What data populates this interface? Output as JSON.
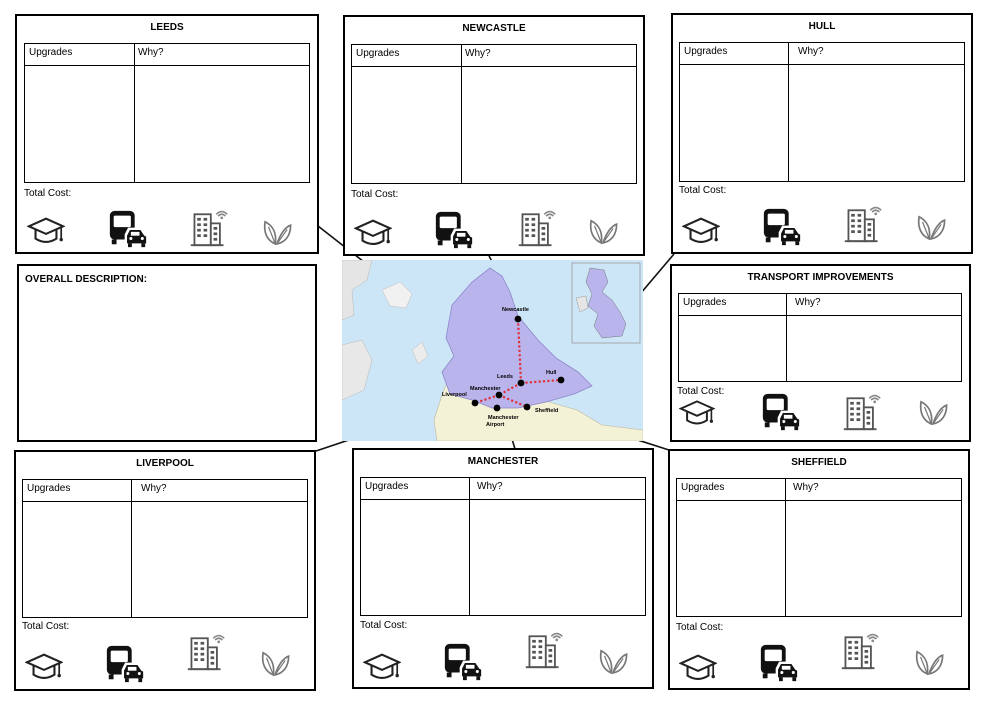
{
  "cities": {
    "leeds": {
      "title": "LEEDS",
      "upgrades": "Upgrades",
      "why": "Why?",
      "total_cost": "Total Cost:"
    },
    "newcastle": {
      "title": "NEWCASTLE",
      "upgrades": "Upgrades",
      "why": "Why?",
      "total_cost": "Total Cost:"
    },
    "hull": {
      "title": "HULL",
      "upgrades": "Upgrades",
      "why": "Why?",
      "total_cost": "Total Cost:"
    },
    "transport": {
      "title": "TRANSPORT IMPROVEMENTS",
      "upgrades": "Upgrades",
      "why": "Why?",
      "total_cost": "Total Cost:"
    },
    "liverpool": {
      "title": "LIVERPOOL",
      "upgrades": "Upgrades",
      "why": "Why?",
      "total_cost": "Total Cost:"
    },
    "manchester": {
      "title": "MANCHESTER",
      "upgrades": "Upgrades",
      "why": "Why?",
      "total_cost": "Total Cost:"
    },
    "sheffield": {
      "title": "SHEFFIELD",
      "upgrades": "Upgrades",
      "why": "Why?",
      "total_cost": "Total Cost:"
    }
  },
  "overall": {
    "title": "OVERALL DESCRIPTION:"
  },
  "map": {
    "labels": {
      "newcastle": "Newcastle",
      "leeds": "Leeds",
      "hull": "Hull",
      "manchester": "Manchester",
      "liverpool": "Liverpool",
      "manchester_airport_1": "Manchester",
      "manchester_airport_2": "Airport",
      "sheffield": "Sheffield"
    },
    "colors": {
      "sea": "#cde6f7",
      "region": "#b9b4ec",
      "land": "#f3f1d6",
      "rail": "#e0303a"
    }
  },
  "icons": [
    "graduation-cap-icon",
    "bus-car-icon",
    "building-wifi-icon",
    "leaf-icon"
  ]
}
